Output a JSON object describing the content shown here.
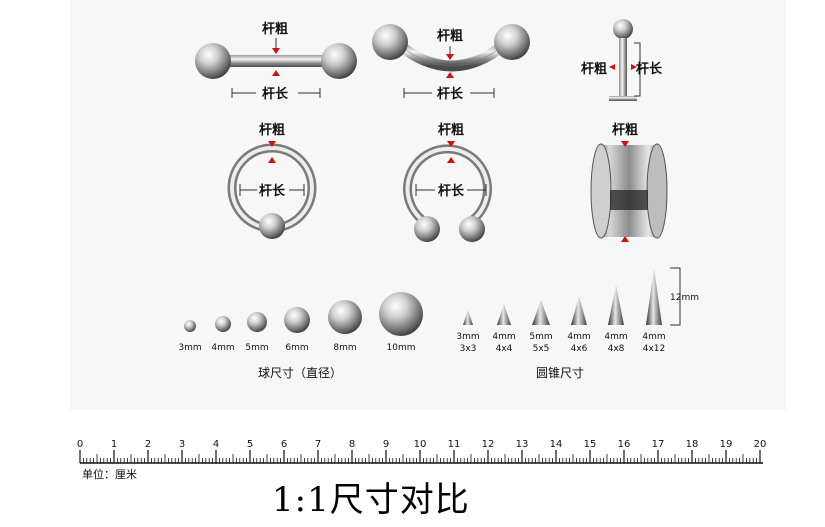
{
  "labels": {
    "thickness": "杆粗",
    "length": "杆长"
  },
  "balls": {
    "sizes": [
      "3mm",
      "4mm",
      "5mm",
      "6mm",
      "8mm",
      "10mm"
    ],
    "caption": "球尺寸（直径）"
  },
  "cones": {
    "sizes": [
      {
        "dia": "3mm",
        "dim": "3x3"
      },
      {
        "dia": "4mm",
        "dim": "4x4"
      },
      {
        "dia": "5mm",
        "dim": "5x5"
      },
      {
        "dia": "4mm",
        "dim": "4x6"
      },
      {
        "dia": "4mm",
        "dim": "4x8"
      },
      {
        "dia": "4mm",
        "dim": "4x12"
      }
    ],
    "caption": "圆锥尺寸",
    "height_label": "12mm"
  },
  "ruler": {
    "ticks": [
      "0",
      "1",
      "2",
      "3",
      "4",
      "5",
      "6",
      "7",
      "8",
      "9",
      "10",
      "11",
      "12",
      "13",
      "14",
      "15",
      "16",
      "17",
      "18",
      "19",
      "20"
    ],
    "unit": "单位：厘米"
  },
  "title": "1:1尺寸对比",
  "colors": {
    "accent": "#d21010",
    "metal_light": "#f2f2f2",
    "metal_dark": "#3a3a3a"
  }
}
